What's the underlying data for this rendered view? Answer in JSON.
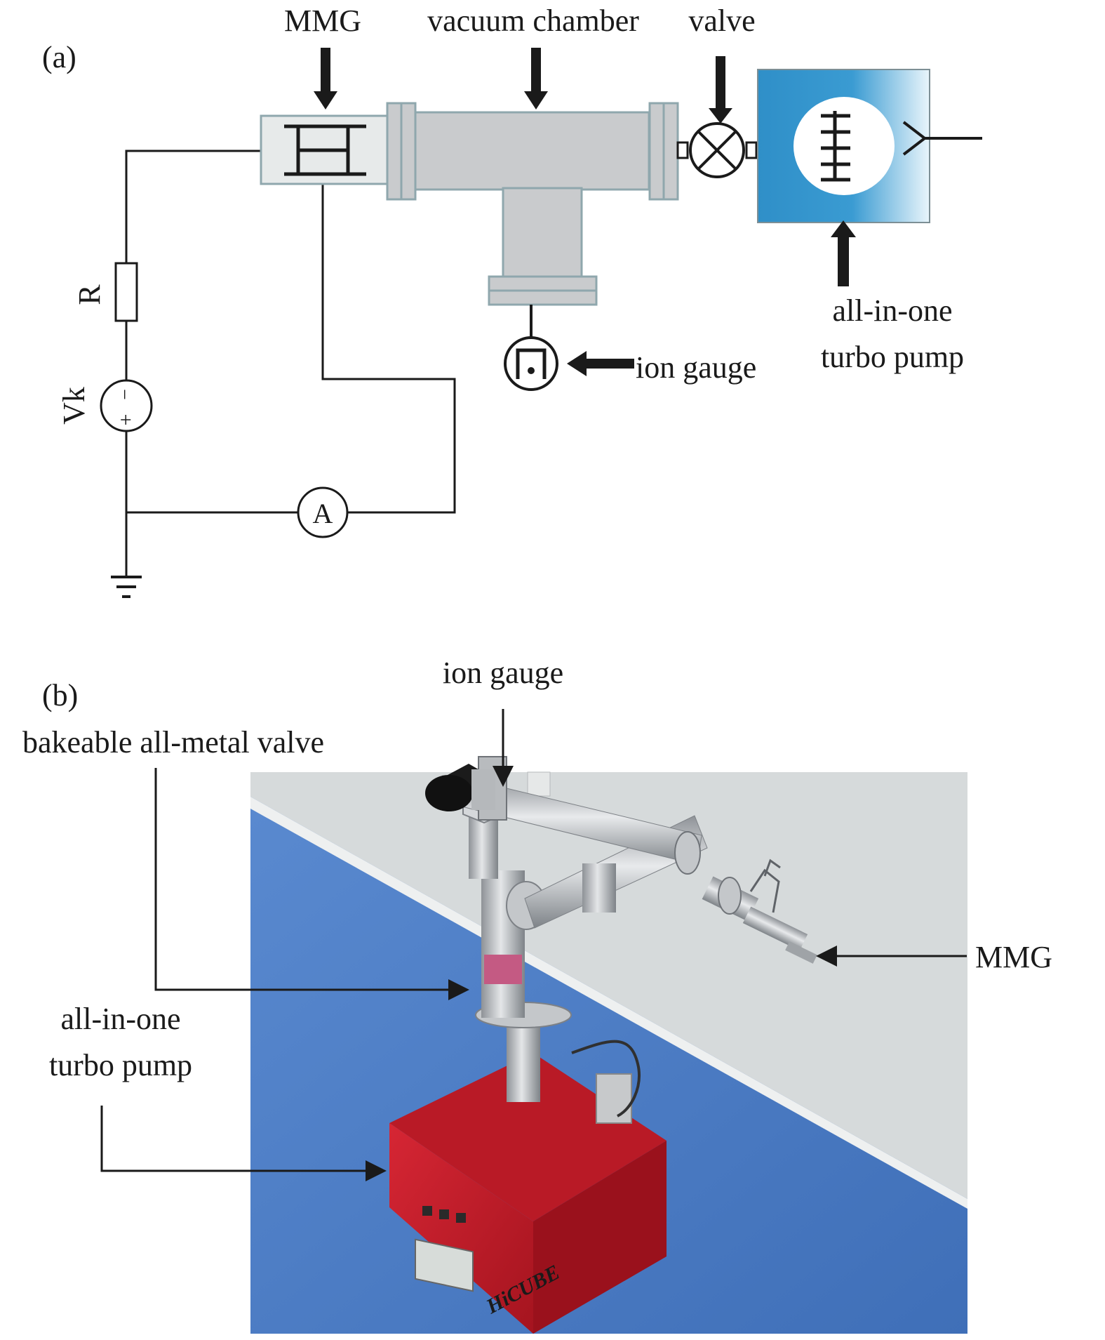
{
  "panel_a": {
    "panel_label": "(a)",
    "labels": {
      "mmg": "MMG",
      "vacuum_chamber": "vacuum chamber",
      "valve": "valve",
      "ion_gauge": "ion gauge",
      "turbo_line1": "all-in-one",
      "turbo_line2": "turbo pump",
      "resistor": "R",
      "voltage_source": "Vk",
      "ammeter": "A",
      "plus": "+",
      "minus": "−"
    },
    "colors": {
      "chamber_fill": "#c9cbcd",
      "chamber_stroke": "#8fa7ad",
      "pump_fill": "#2f8fc8",
      "pump_fade": "#e9f5fb",
      "wire": "#1a1a1a"
    }
  },
  "panel_b": {
    "panel_label": "(b)",
    "labels": {
      "ion_gauge": "ion gauge",
      "valve": "bakeable all-metal valve",
      "mmg": "MMG",
      "turbo_line1": "all-in-one",
      "turbo_line2": "turbo pump",
      "brand": "HiCUBE"
    },
    "colors": {
      "floor": "#4f7fc4",
      "wall": "#d6dadb",
      "pump_body": "#c61e2a",
      "steel": "#b9bcc0"
    }
  }
}
